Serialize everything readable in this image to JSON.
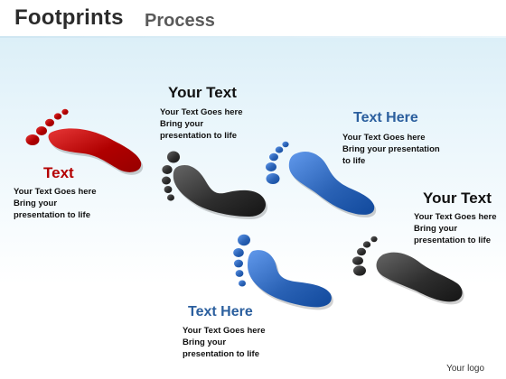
{
  "title": {
    "main": "Footprints",
    "sub": "Process"
  },
  "colors": {
    "red": "#b00000",
    "dark": "#2e2e2e",
    "blue": "#2a62b5",
    "heading_blue": "#2b5f9e",
    "heading_red": "#b40000",
    "heading_dark": "#111111"
  },
  "steps": [
    {
      "heading": "Text",
      "body": "Your Text Goes here\nBring your\npresentation to life",
      "foot_color": "red",
      "heading_color": "heading_red"
    },
    {
      "heading": "Your Text",
      "body": "Your Text Goes here\nBring your\npresentation to life",
      "foot_color": "dark",
      "heading_color": "heading_dark"
    },
    {
      "heading": "Text Here",
      "body": "Your Text Goes here\nBring your presentation\nto life",
      "foot_color": "blue",
      "heading_color": "heading_blue"
    },
    {
      "heading": "Text Here",
      "body": "Your Text Goes here\nBring your\npresentation to life",
      "foot_color": "blue",
      "heading_color": "heading_blue"
    },
    {
      "heading": "Your Text",
      "body": "Your Text Goes here\nBring your\npresentation to life",
      "foot_color": "dark",
      "heading_color": "heading_dark"
    }
  ],
  "logo": "Your logo"
}
